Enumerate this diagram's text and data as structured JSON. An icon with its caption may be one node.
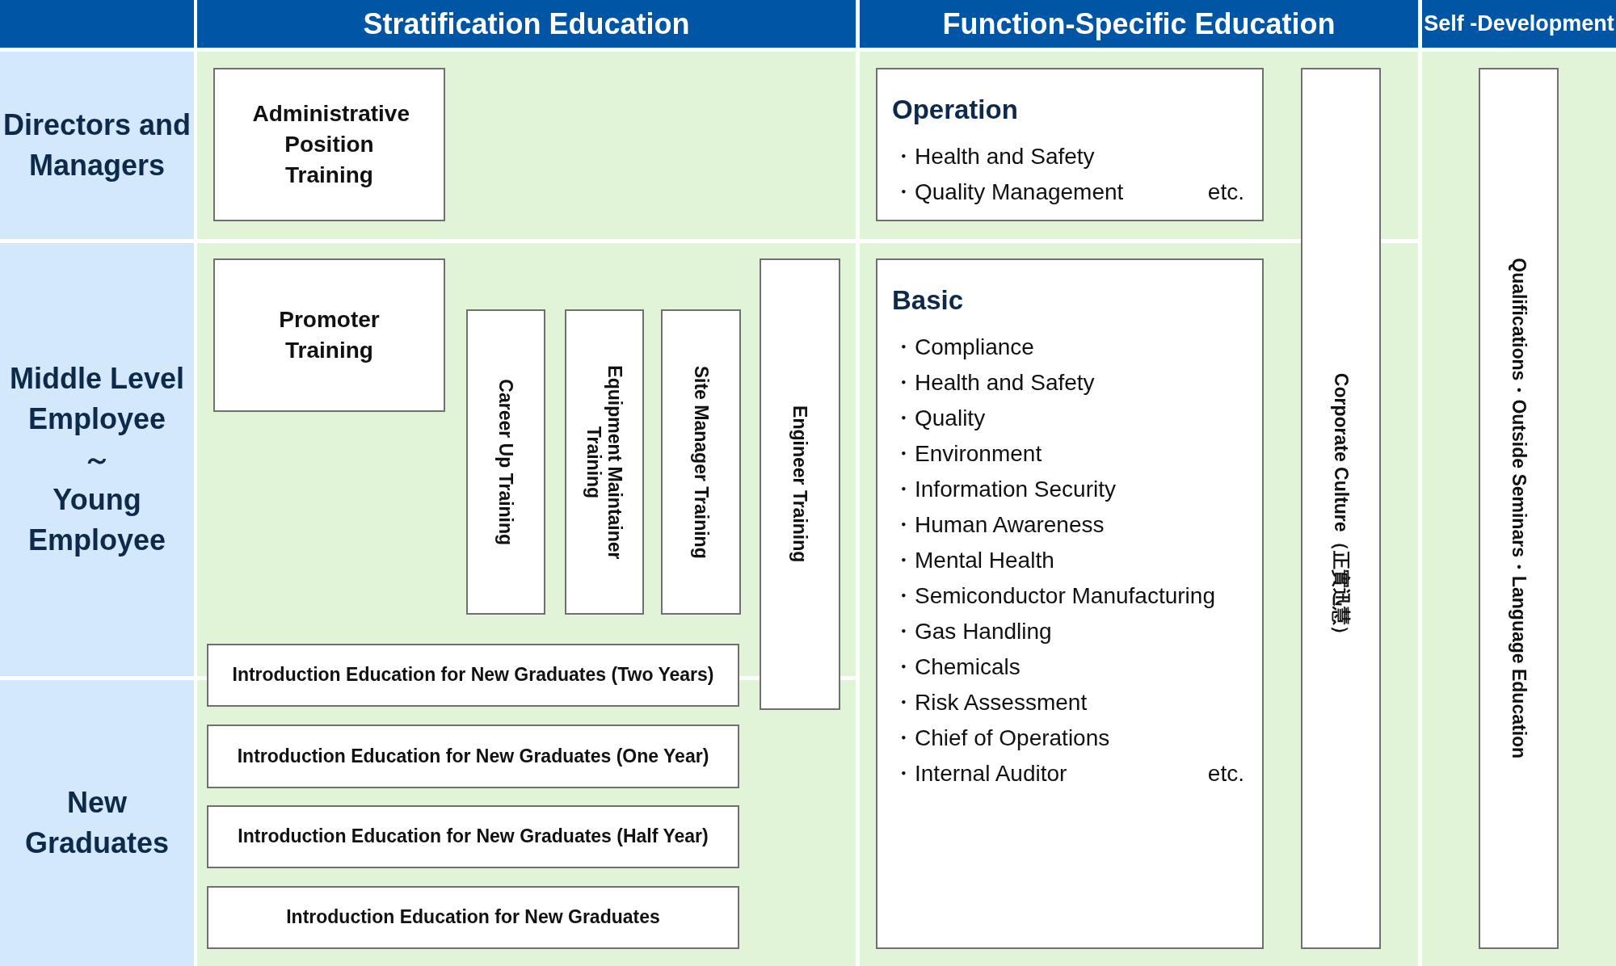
{
  "diagram": {
    "nodes": [
      {
        "text": [
          "Stratification Education"
        ]
      },
      {
        "text": [
          "Function-Specific Education"
        ]
      },
      {
        "text": [
          "Self -Development"
        ]
      },
      {
        "text": [
          "Directors and Managers"
        ]
      },
      {
        "text": [
          "Middle Level Employee",
          "～",
          "Young Employee"
        ]
      },
      {
        "text": [
          "New Graduates"
        ]
      },
      {
        "text": [
          "Administrative Position Training"
        ]
      },
      {
        "text": [
          "Promoter Training"
        ]
      },
      {
        "text": [
          "Career Up Training"
        ]
      },
      {
        "text": [
          "Equipment Maintainer Training"
        ]
      },
      {
        "text": [
          "Site Manager Training"
        ]
      },
      {
        "text": [
          "Engineer Training"
        ]
      },
      {
        "text": [
          "Introduction Education for New Graduates (Two Years)"
        ]
      },
      {
        "text": [
          "Introduction Education for New Graduates (One Year)"
        ]
      },
      {
        "text": [
          "Introduction Education for New Graduates (Half Year)"
        ]
      },
      {
        "text": [
          "Introduction Education for New Graduates"
        ]
      },
      {
        "text": [
          "Operation",
          "・Health and Safety",
          "・Quality Management",
          "etc."
        ]
      },
      {
        "text": [
          "Basic",
          "・Compliance",
          "・Health and Safety",
          "・Quality",
          "・Environment",
          "・Information Security",
          "・Human Awareness",
          "・Mental Health",
          "・Semiconductor Manufacturing",
          "・Gas Handling",
          "・Chemicals",
          "・Risk Assessment",
          "・Chief of Operations",
          "・Internal Auditor",
          "etc."
        ]
      },
      {
        "text": [
          "Corporate Culture（正實迅慧）"
        ]
      },
      {
        "text": [
          "Qualifications・Outside Seminars・Language Education"
        ]
      }
    ]
  }
}
